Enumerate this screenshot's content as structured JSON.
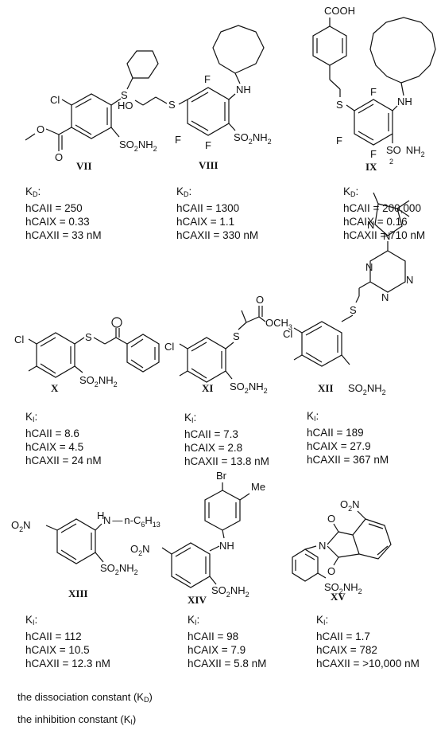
{
  "compounds": [
    {
      "id": "VII",
      "label_const": "K",
      "label_sub": "D",
      "caii": "hCAII = 250",
      "caix": "hCAIX = 0.33",
      "caxii": "hCAXII = 33 nM"
    },
    {
      "id": "VIII",
      "label_const": "K",
      "label_sub": "D",
      "caii": "hCAII = 1300",
      "caix": "hCAIX = 1.1",
      "caxii": "hCAXII =  330 nM"
    },
    {
      "id": "IX",
      "label_const": "K",
      "label_sub": "D",
      "caii": "hCAII = 200,000",
      "caix": "hCAIX = 0.16",
      "caxii": "hCAXII = 710 nM"
    },
    {
      "id": "X",
      "label_const": "K",
      "label_sub": "I",
      "caii": "hCAII = 8.6",
      "caix": "hCAIX = 4.5",
      "caxii": "hCAXII = 24 nM"
    },
    {
      "id": "XI",
      "label_const": "K",
      "label_sub": "I",
      "caii": "hCAII = 7.3",
      "caix": "hCAIX = 2.8",
      "caxii": "hCAXII = 13.8 nM"
    },
    {
      "id": "XII",
      "label_const": "K",
      "label_sub": "I",
      "caii": "hCAII = 189",
      "caix": "hCAIX = 27.9",
      "caxii": "hCAXII = 367 nM"
    },
    {
      "id": "XIII",
      "label_const": "K",
      "label_sub": "I",
      "caii": "hCAII = 112",
      "caix": "hCAIX = 10.5",
      "caxii": "hCAXII = 12.3 nM"
    },
    {
      "id": "XIV",
      "label_const": "K",
      "label_sub": "I",
      "caii": "hCAII = 98",
      "caix": "hCAIX = 7.9",
      "caxii": "hCAXII = 5.8 nM"
    },
    {
      "id": "XV",
      "label_const": "K",
      "label_sub": "I",
      "caii": "hCAII = 1.7",
      "caix": "hCAIX = 782",
      "caxii": "hCAXII = >10,000 nM"
    }
  ],
  "atoms": {
    "cl": "Cl",
    "s": "S",
    "f": "F",
    "nh": "NH",
    "ho": "HO",
    "n": "N",
    "o": "O",
    "br": "Br",
    "me": "Me",
    "cooh": "COOH",
    "och3": "OCH",
    "och3_sub": "3",
    "so2nh2_a": "SO",
    "so2nh2_sub": "2",
    "so2nh2_b": "NH",
    "so2nh2_sub2": "2",
    "so2nh2_ix_a": "SO",
    "so2nh2_ix_sub": "2",
    "so2nh2_ix_b": "NH",
    "so2nh2_ix_sub2": "2",
    "o2n_a": "O",
    "o2n_sub": "2",
    "o2n_b": "N",
    "nhex_a": "N",
    "nhex_b": "n-C",
    "nhex_sub1": "6",
    "nhex_c": "H",
    "nhex_sub2": "13"
  },
  "legend": {
    "kd_text": "the dissociation constant (K",
    "kd_sub": "D",
    "kd_close": ")",
    "ki_text": "the inhibition constant (K",
    "ki_sub": "I",
    "ki_close": ")"
  }
}
